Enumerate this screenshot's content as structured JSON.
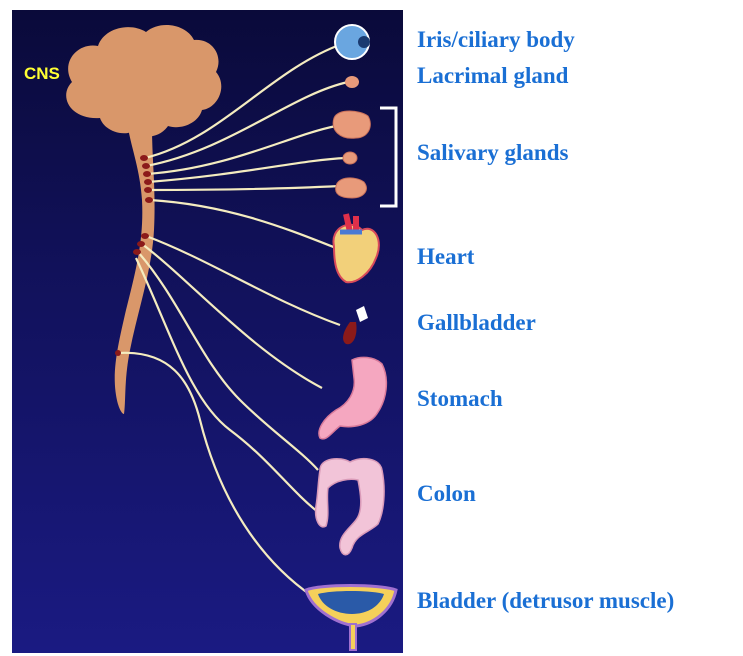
{
  "cns_label": "CNS",
  "organs": [
    {
      "label": "Iris/ciliary body"
    },
    {
      "label": "Lacrimal gland"
    },
    {
      "label": "Salivary glands"
    },
    {
      "label": "Heart"
    },
    {
      "label": "Gallbladder"
    },
    {
      "label": "Stomach"
    },
    {
      "label": "Colon"
    },
    {
      "label": "Bladder (detrusor muscle)"
    }
  ],
  "colors": {
    "background": "#15156e",
    "cns": "#d9976a",
    "nerve": "#f4ecc0",
    "ganglion": "#8b1a1a",
    "label": "#1a6fd4",
    "cns_label": "#ffff33"
  }
}
